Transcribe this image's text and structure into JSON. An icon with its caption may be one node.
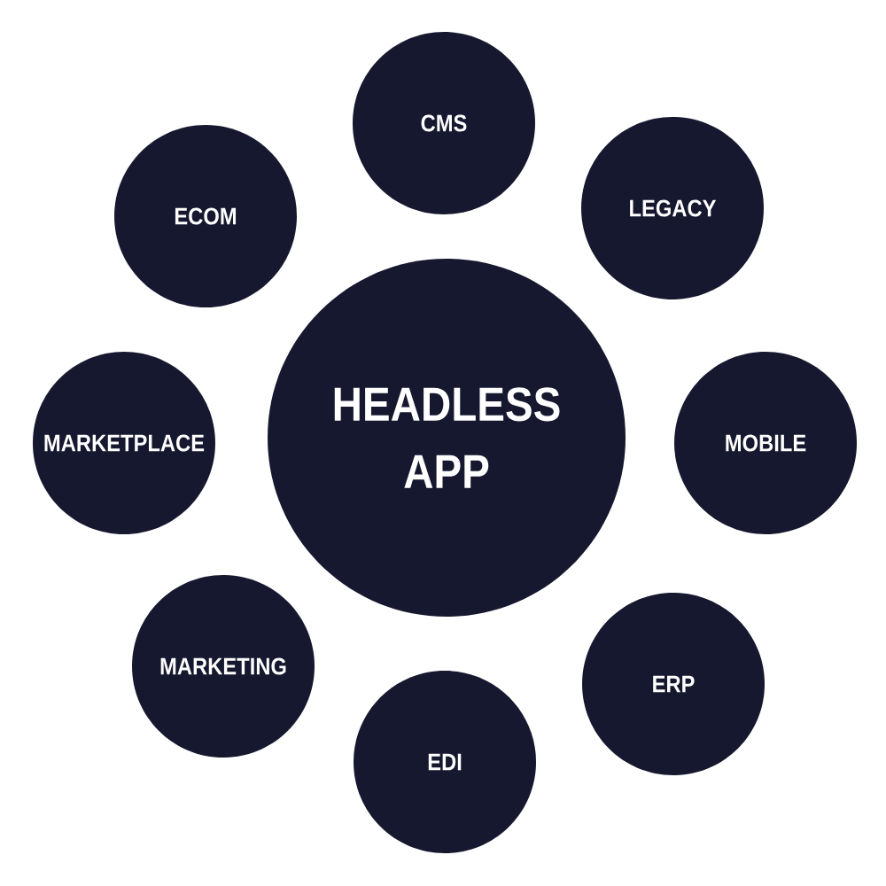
{
  "diagram": {
    "nodes": [
      {
        "text": [
          "CMS"
        ]
      },
      {
        "text": [
          "ECOM"
        ]
      },
      {
        "text": [
          "LEGACY"
        ]
      },
      {
        "text": [
          "MARKETPLACE"
        ]
      },
      {
        "text": [
          "HEADLESS APP"
        ]
      },
      {
        "text": [
          "MOBILE"
        ]
      },
      {
        "text": [
          "MARKETING"
        ]
      },
      {
        "text": [
          "ERP"
        ]
      },
      {
        "text": [
          "EDI"
        ]
      }
    ]
  }
}
